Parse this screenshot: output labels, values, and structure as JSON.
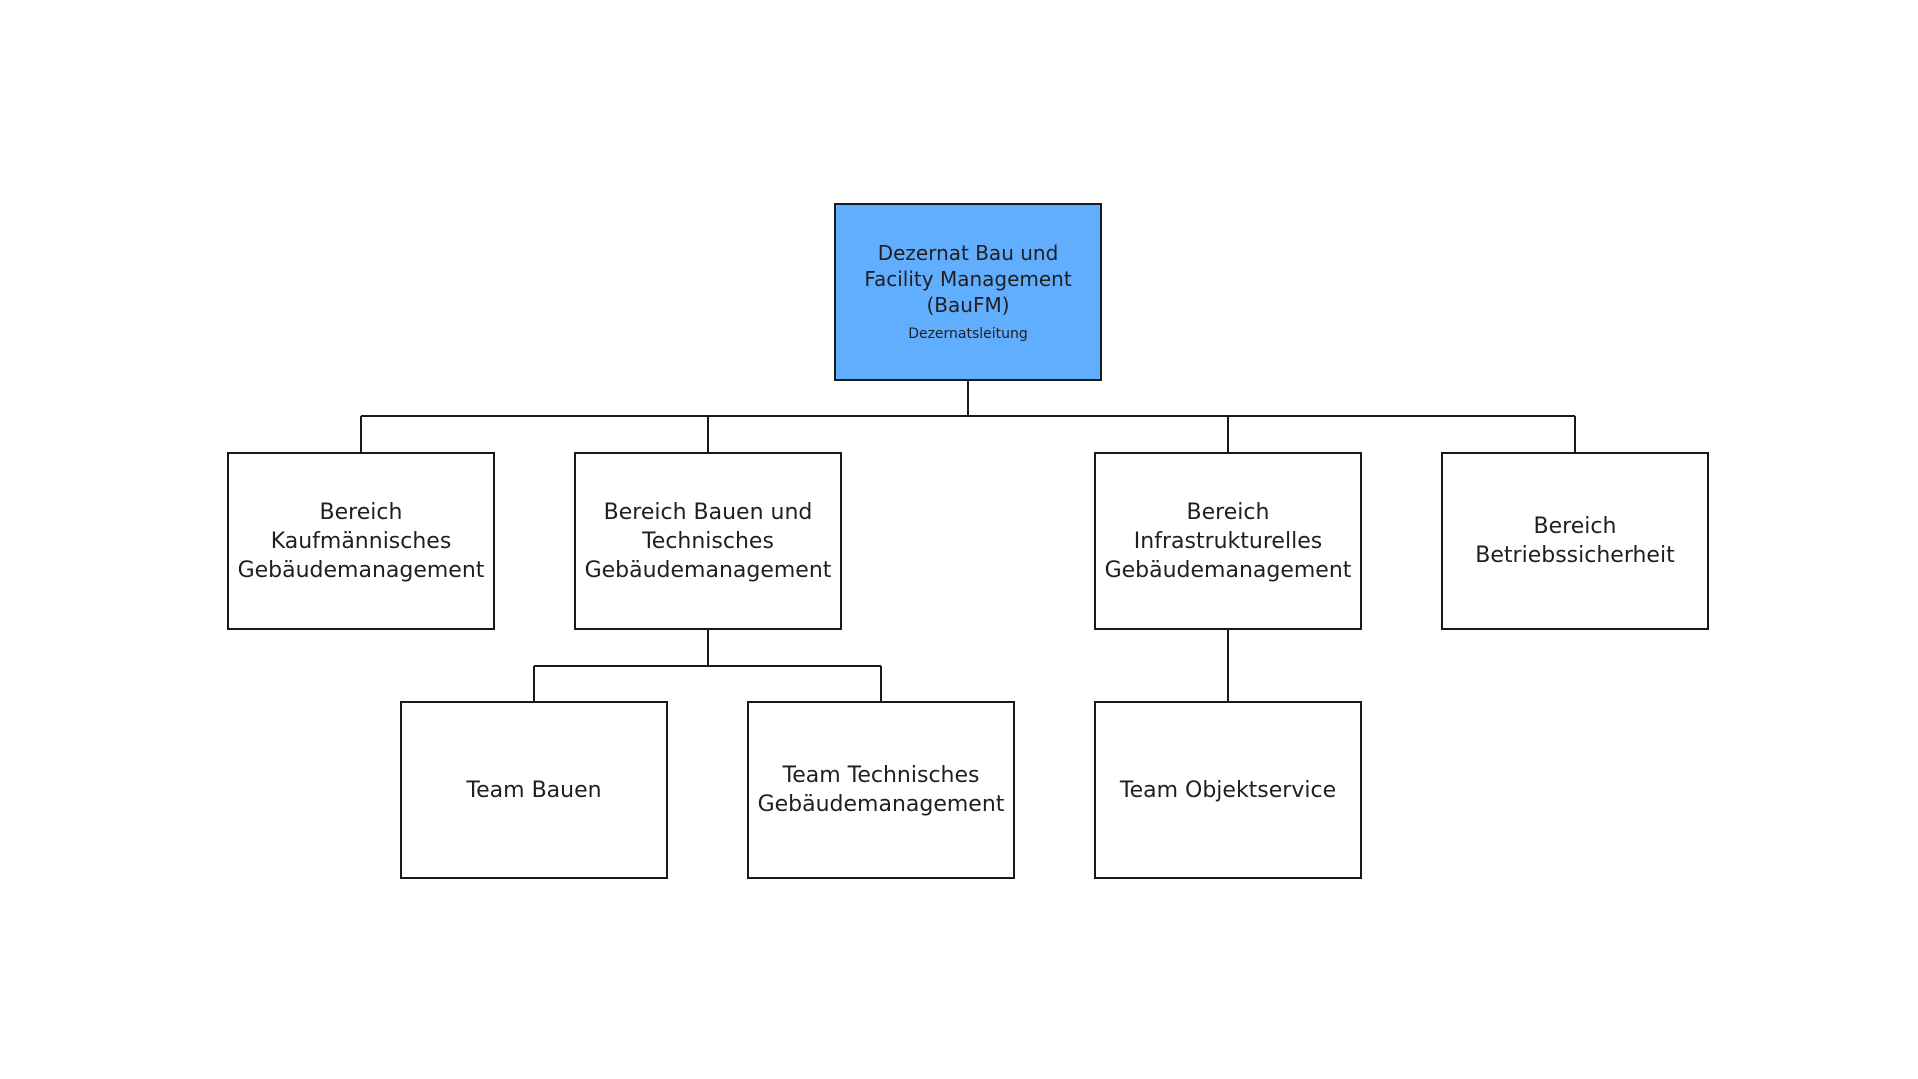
{
  "org_chart": {
    "root": {
      "title": "Dezernat Bau und Facility Management (BauFM)",
      "subtitle": "Dezernatsleitung",
      "fill_color": "#61AEFF"
    },
    "areas": [
      {
        "id": "kaufm",
        "title": "Bereich Kaufmännisches Gebäudemanagement"
      },
      {
        "id": "bauen",
        "title": "Bereich Bauen und Technisches Gebäudemanagement"
      },
      {
        "id": "infra",
        "title": "Bereich Infrastrukturelles Gebäudemanagement"
      },
      {
        "id": "betrieb",
        "title": "Bereich Betriebssicherheit"
      }
    ],
    "teams": [
      {
        "id": "teambauen",
        "parent": "bauen",
        "title": "Team Bauen"
      },
      {
        "id": "teamtech",
        "parent": "bauen",
        "title": "Team Technisches Gebäudemanagement"
      },
      {
        "id": "teamobj",
        "parent": "infra",
        "title": "Team Objektservice"
      }
    ],
    "line_color": "#1a1a1a"
  }
}
